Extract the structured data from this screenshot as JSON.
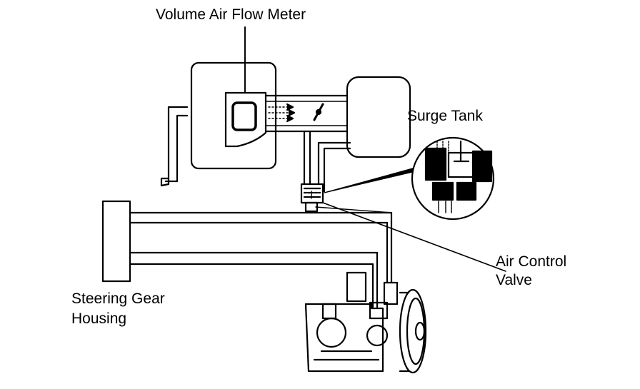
{
  "labels": {
    "volume_air_flow_meter": "Volume Air Flow Meter",
    "surge_tank": "Surge Tank",
    "air_control_valve_line1": "Air Control",
    "air_control_valve_line2": "Valve",
    "steering_gear_housing_line1": "Steering Gear",
    "steering_gear_housing_line2": "Housing"
  },
  "colors": {
    "ink": "#000000",
    "paper": "#ffffff"
  }
}
